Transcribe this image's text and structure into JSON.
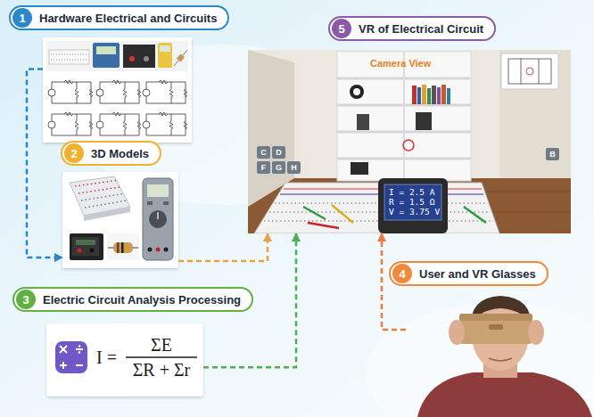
{
  "diagram": {
    "nodes": [
      {
        "text": [
          "1",
          "Hardware Electrical and Circuits"
        ]
      },
      {
        "text": [
          "2",
          "3D Models"
        ]
      },
      {
        "text": [
          "3",
          "Electric Circuit Analysis Processing",
          "I =",
          "ΣE",
          "ΣR + Σr"
        ]
      },
      {
        "text": [
          "4",
          "User and VR Glasses"
        ]
      },
      {
        "text": [
          "5",
          "VR of Electrical Circuit",
          "Camera View",
          "I = 2.5 A",
          "R = 1.5 Ω",
          "V = 3.75 V"
        ]
      },
      {
        "text": [
          "C"
        ],
        "in": 4
      },
      {
        "text": [
          "D"
        ],
        "in": 4
      },
      {
        "text": [
          "F"
        ],
        "in": 4
      },
      {
        "text": [
          "G"
        ],
        "in": 4
      },
      {
        "text": [
          "H"
        ],
        "in": 4
      },
      {
        "text": [
          "B"
        ],
        "in": 4
      }
    ],
    "edges": [
      {
        "from": 0,
        "to": 1,
        "arrow": "to"
      },
      {
        "from": 1,
        "to": 4,
        "arrow": "to"
      },
      {
        "from": 2,
        "to": 4,
        "arrow": "to"
      },
      {
        "from": 3,
        "to": 4,
        "arrow": "to"
      }
    ]
  }
}
